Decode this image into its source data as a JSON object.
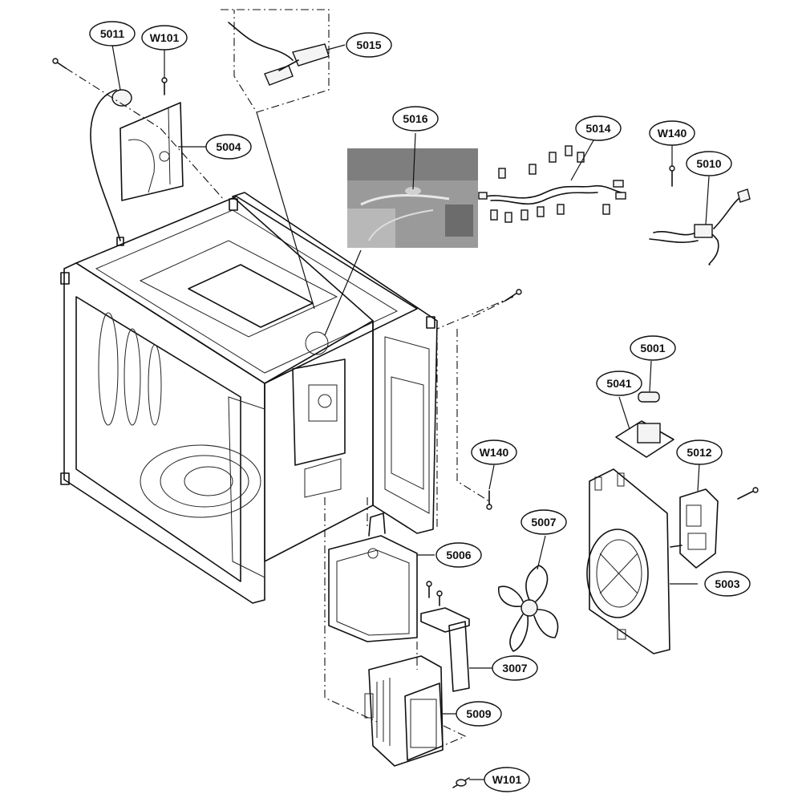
{
  "callouts": [
    {
      "id": "c5011",
      "label": "5011"
    },
    {
      "id": "cw101a",
      "label": "W101"
    },
    {
      "id": "c5015",
      "label": "5015"
    },
    {
      "id": "c5004",
      "label": "5004"
    },
    {
      "id": "c5016",
      "label": "5016"
    },
    {
      "id": "c5014",
      "label": "5014"
    },
    {
      "id": "cw140a",
      "label": "W140"
    },
    {
      "id": "c5010",
      "label": "5010"
    },
    {
      "id": "c5001",
      "label": "5001"
    },
    {
      "id": "c5041",
      "label": "5041"
    },
    {
      "id": "cw140b",
      "label": "W140"
    },
    {
      "id": "c5012",
      "label": "5012"
    },
    {
      "id": "c5007",
      "label": "5007"
    },
    {
      "id": "c5006",
      "label": "5006"
    },
    {
      "id": "c5003",
      "label": "5003"
    },
    {
      "id": "c3007",
      "label": "3007"
    },
    {
      "id": "c5009",
      "label": "5009"
    },
    {
      "id": "cw101b",
      "label": "W101"
    }
  ],
  "colors": {
    "ink": "#111111",
    "paper": "#ffffff",
    "photo": "#9a9a9a"
  }
}
